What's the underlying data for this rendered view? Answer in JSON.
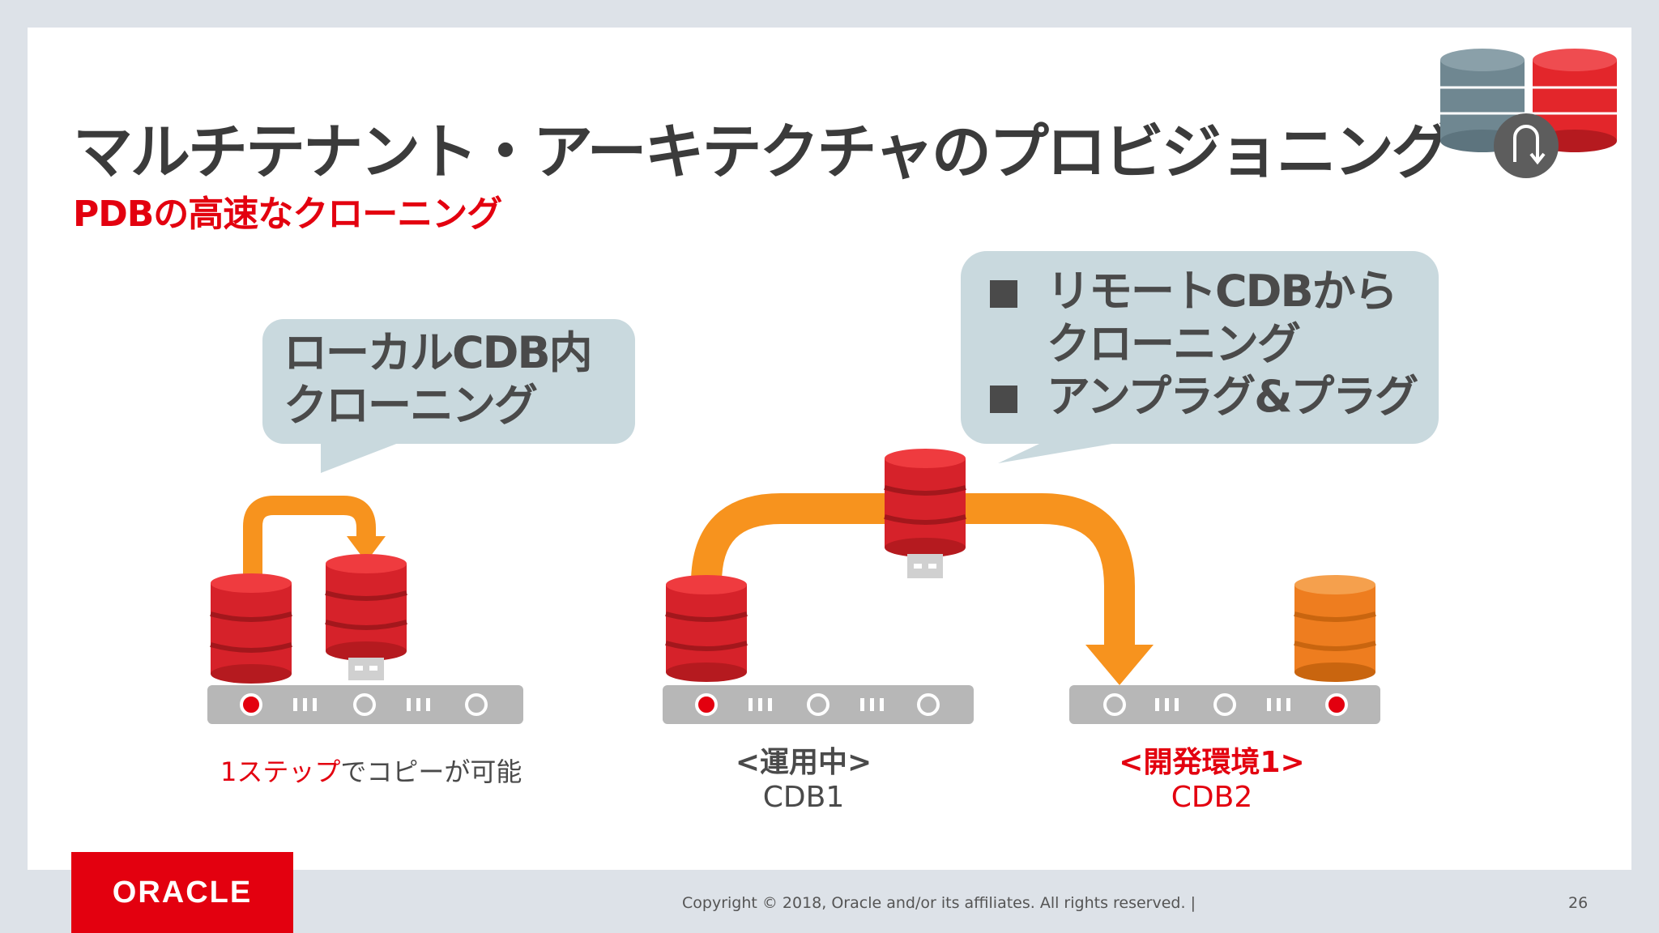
{
  "slide": {
    "title": "マルチテナント・アーキテクチャのプロビジョニング",
    "subtitle": "PDBの高速なクローニング"
  },
  "callout_left": {
    "line1": "ローカルCDB内",
    "line2": "クローニング"
  },
  "callout_right": {
    "bullets": [
      {
        "line1": "リモートCDBから",
        "line2": "クローニング"
      },
      {
        "line1": "アンプラグ&プラグ"
      }
    ]
  },
  "left_caption": {
    "accent_text": "1ステップ",
    "rest_text": "でコピーが可能"
  },
  "cdb1": {
    "status": "<運用中>",
    "name": "CDB1"
  },
  "cdb2": {
    "status": "<開発環境1>",
    "name": "CDB2"
  },
  "footer": {
    "logo_text": "ORACLE",
    "copyright": "Copyright © 2018, Oracle and/or its affiliates. All rights reserved.  |",
    "page_number": "26"
  },
  "colors": {
    "brand_red": "#e3000f",
    "db_red": "#e3262b",
    "db_orange": "#ee7d1f",
    "db_gray": "#6f8791",
    "arrow_orange": "#f7931e",
    "bubble_fill": "#c9d9de",
    "server_gray": "#b7b7b7"
  }
}
